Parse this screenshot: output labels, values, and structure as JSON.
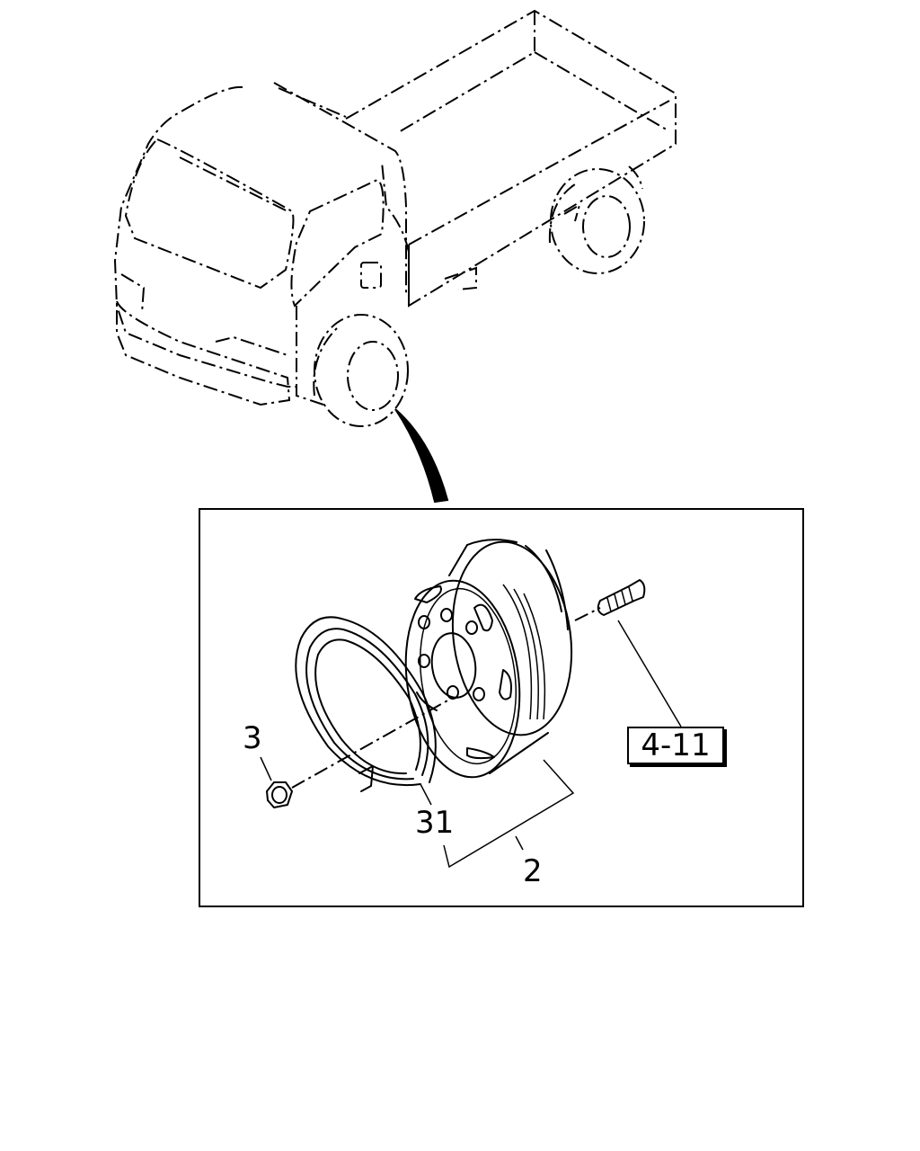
{
  "labels": {
    "nut": "3",
    "ring": "31",
    "wheel_assembly": "2",
    "reference": "4-11"
  }
}
